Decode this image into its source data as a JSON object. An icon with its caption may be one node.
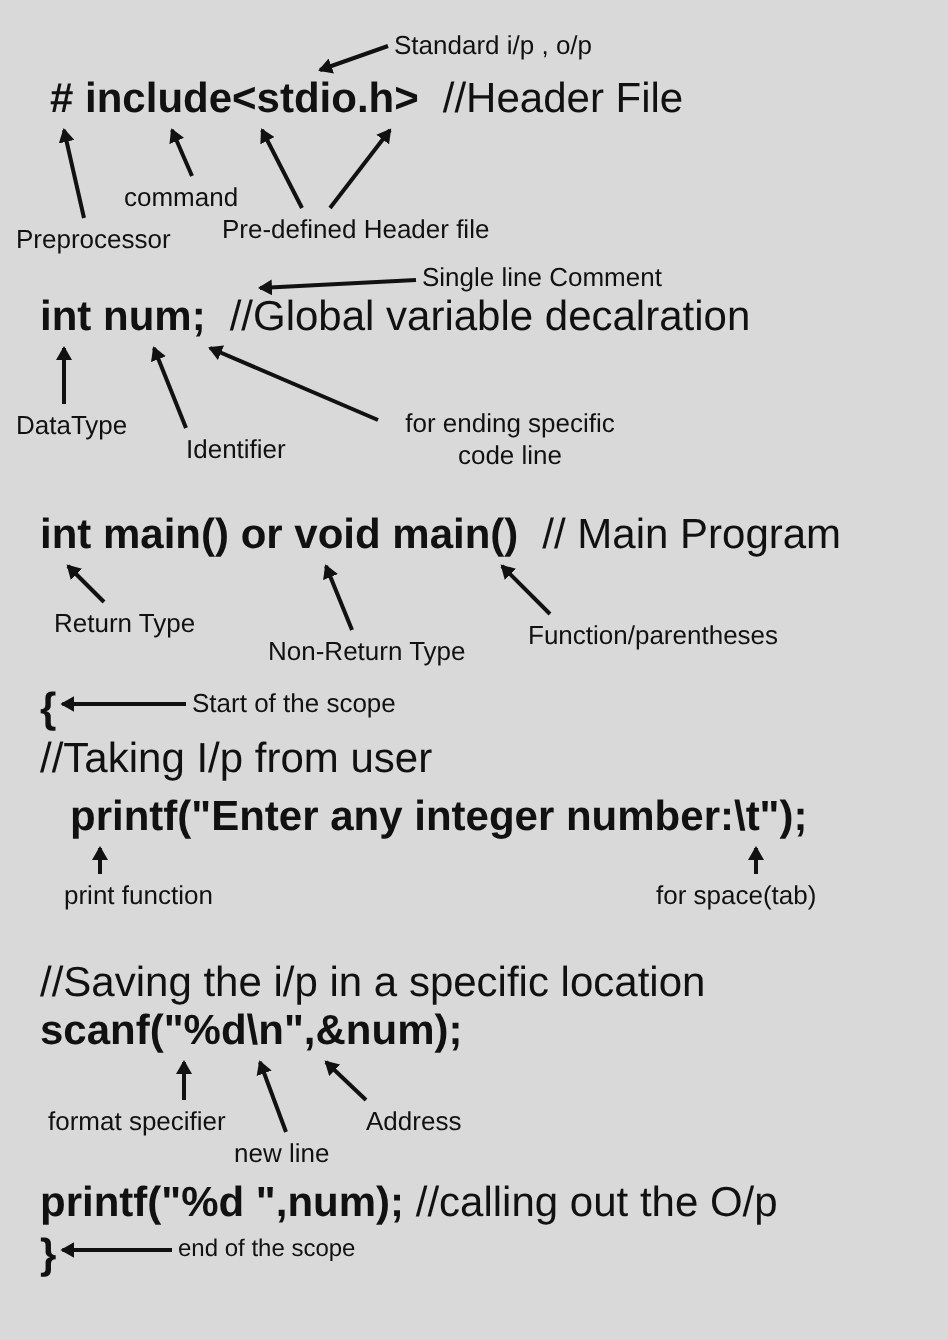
{
  "diagram": {
    "nodes": [
      {
        "text": [
          "Standard i/p , o/p"
        ]
      },
      {
        "text": [
          "# include<stdio.h>",
          "//Header File"
        ]
      },
      {
        "text": [
          "command"
        ]
      },
      {
        "text": [
          "Pre-defined Header file"
        ]
      },
      {
        "text": [
          "Preprocessor"
        ]
      },
      {
        "text": [
          "Single line Comment"
        ]
      },
      {
        "text": [
          "int num;",
          "//Global variable decalration"
        ]
      },
      {
        "text": [
          "DataType"
        ]
      },
      {
        "text": [
          "for ending specific code line"
        ]
      },
      {
        "text": [
          "Identifier"
        ]
      },
      {
        "text": [
          "int main() or void main()",
          "// Main Program"
        ]
      },
      {
        "text": [
          "Return Type"
        ]
      },
      {
        "text": [
          "Function/parentheses"
        ]
      },
      {
        "text": [
          "Non-Return Type"
        ]
      },
      {
        "text": [
          "{"
        ]
      },
      {
        "text": [
          "Start of the scope"
        ]
      },
      {
        "text": [
          "printf(\"Enter any integer number:\\t\");"
        ]
      },
      {
        "text": [
          "print function"
        ]
      },
      {
        "text": [
          "for space(tab)"
        ]
      },
      {
        "text": [
          "scanf(\"%d\\n\",&num);"
        ]
      },
      {
        "text": [
          "format specifier"
        ]
      },
      {
        "text": [
          "Address"
        ]
      },
      {
        "text": [
          "new line"
        ]
      },
      {
        "text": [
          "}"
        ]
      },
      {
        "text": [
          "end of the scope"
        ]
      }
    ],
    "edges": [
      {
        "from": 0,
        "to": 1,
        "arrow": "to"
      },
      {
        "from": 4,
        "to": 1,
        "arrow": "to"
      },
      {
        "from": 2,
        "to": 1,
        "arrow": "to"
      },
      {
        "from": 3,
        "to": 1,
        "arrow": "to"
      },
      {
        "from": 3,
        "to": 1,
        "arrow": "to"
      },
      {
        "from": 5,
        "to": 6,
        "arrow": "to"
      },
      {
        "from": 7,
        "to": 6,
        "arrow": "to"
      },
      {
        "from": 9,
        "to": 6,
        "arrow": "to"
      },
      {
        "from": 8,
        "to": 6,
        "arrow": "to"
      },
      {
        "from": 11,
        "to": 10,
        "arrow": "to"
      },
      {
        "from": 13,
        "to": 10,
        "arrow": "to"
      },
      {
        "from": 12,
        "to": 10,
        "arrow": "to"
      },
      {
        "from": 15,
        "to": 14,
        "arrow": "to"
      },
      {
        "from": 17,
        "to": 16,
        "arrow": "to"
      },
      {
        "from": 18,
        "to": 16,
        "arrow": "to"
      },
      {
        "from": 20,
        "to": 19,
        "arrow": "to"
      },
      {
        "from": 22,
        "to": 19,
        "arrow": "to"
      },
      {
        "from": 21,
        "to": 19,
        "arrow": "to"
      },
      {
        "from": 24,
        "to": 23,
        "arrow": "to"
      }
    ],
    "labels": [
      "//Taking I/p from user",
      "//Saving the i/p in a specific location",
      "**printf(\"%d \",num);** //calling out the O/p"
    ]
  }
}
